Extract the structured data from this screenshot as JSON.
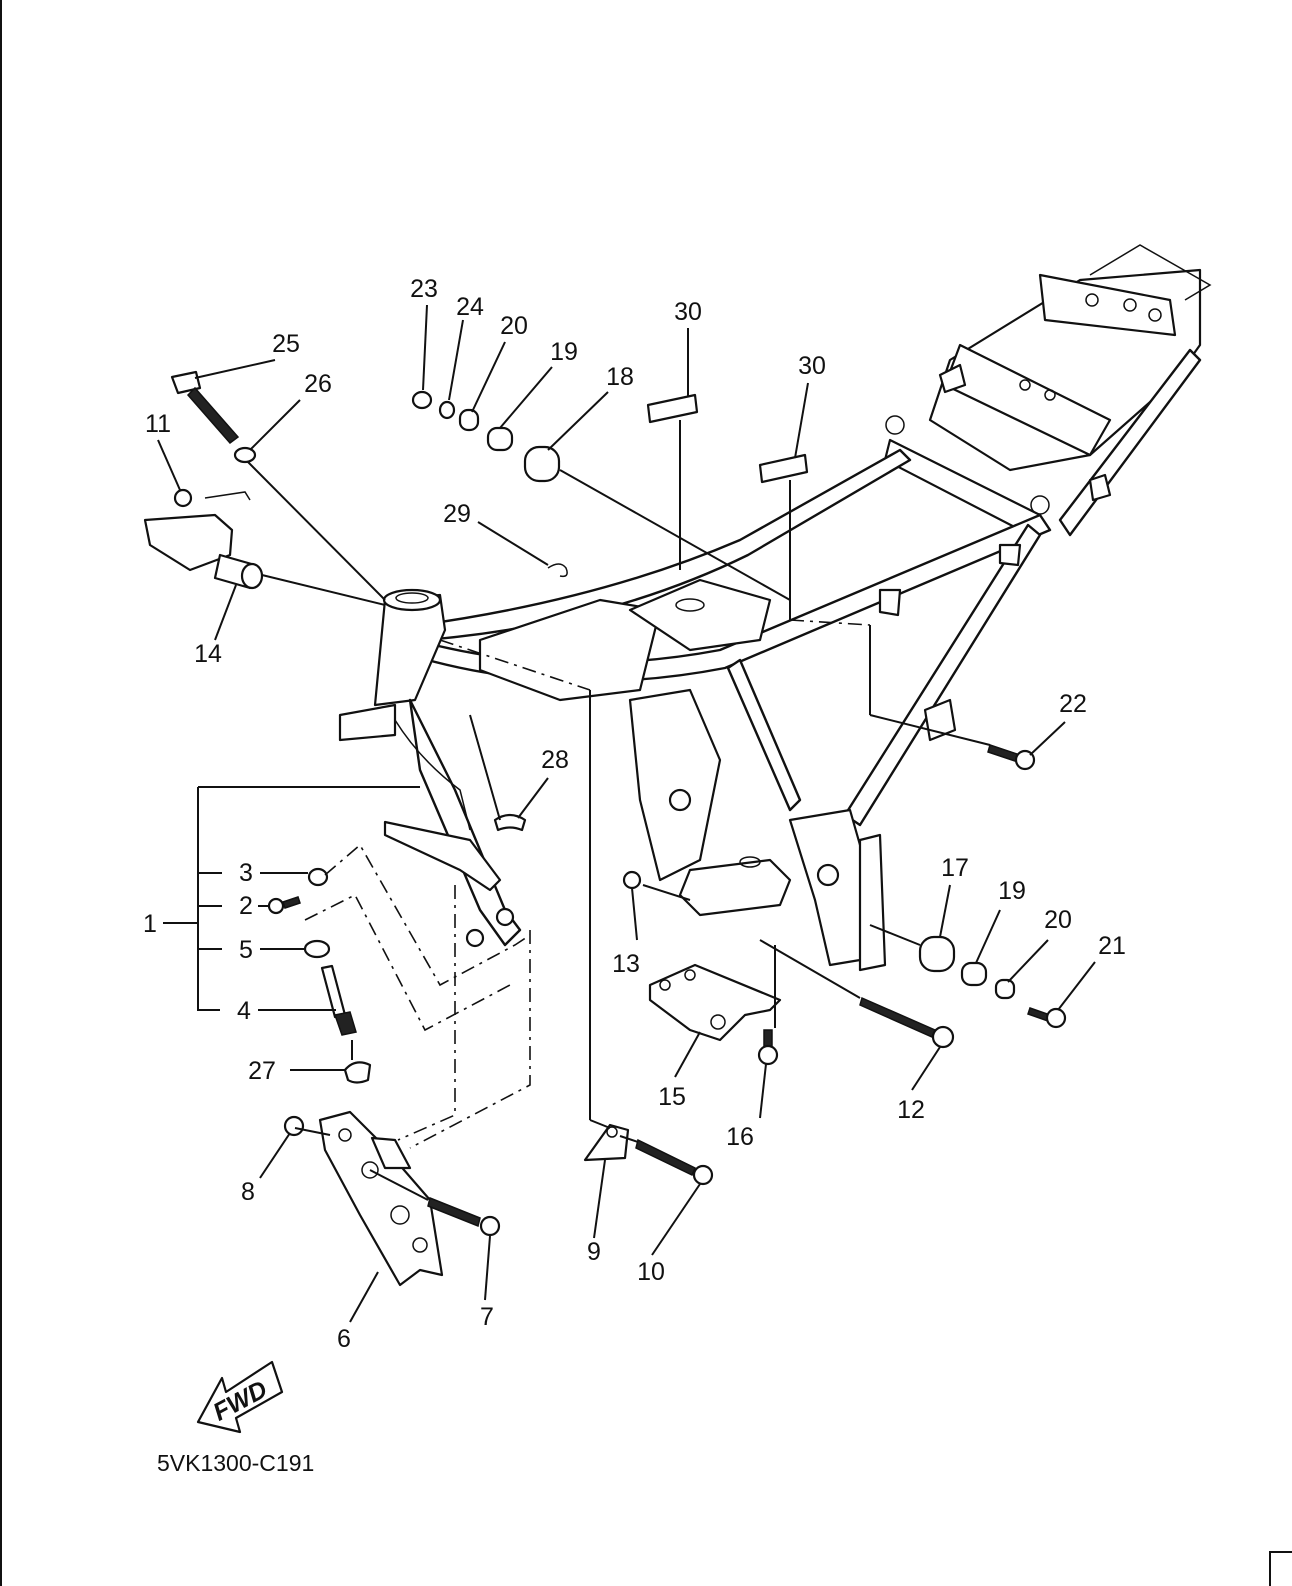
{
  "diagram_code": "5VK1300-C191",
  "fwd_label": "FWD",
  "callouts": [
    {
      "id": "c1",
      "text": "1"
    },
    {
      "id": "c2",
      "text": "2"
    },
    {
      "id": "c3",
      "text": "3"
    },
    {
      "id": "c4",
      "text": "4"
    },
    {
      "id": "c5",
      "text": "5"
    },
    {
      "id": "c6",
      "text": "6"
    },
    {
      "id": "c7",
      "text": "7"
    },
    {
      "id": "c8",
      "text": "8"
    },
    {
      "id": "c9",
      "text": "9"
    },
    {
      "id": "c10",
      "text": "10"
    },
    {
      "id": "c11",
      "text": "11"
    },
    {
      "id": "c12",
      "text": "12"
    },
    {
      "id": "c13",
      "text": "13"
    },
    {
      "id": "c14",
      "text": "14"
    },
    {
      "id": "c15",
      "text": "15"
    },
    {
      "id": "c16",
      "text": "16"
    },
    {
      "id": "c17",
      "text": "17"
    },
    {
      "id": "c18",
      "text": "18"
    },
    {
      "id": "c19a",
      "text": "19"
    },
    {
      "id": "c19b",
      "text": "19"
    },
    {
      "id": "c20a",
      "text": "20"
    },
    {
      "id": "c20b",
      "text": "20"
    },
    {
      "id": "c21",
      "text": "21"
    },
    {
      "id": "c22",
      "text": "22"
    },
    {
      "id": "c23",
      "text": "23"
    },
    {
      "id": "c24",
      "text": "24"
    },
    {
      "id": "c25",
      "text": "25"
    },
    {
      "id": "c26",
      "text": "26"
    },
    {
      "id": "c27",
      "text": "27"
    },
    {
      "id": "c28",
      "text": "28"
    },
    {
      "id": "c29",
      "text": "29"
    },
    {
      "id": "c30a",
      "text": "30"
    },
    {
      "id": "c30b",
      "text": "30"
    }
  ]
}
